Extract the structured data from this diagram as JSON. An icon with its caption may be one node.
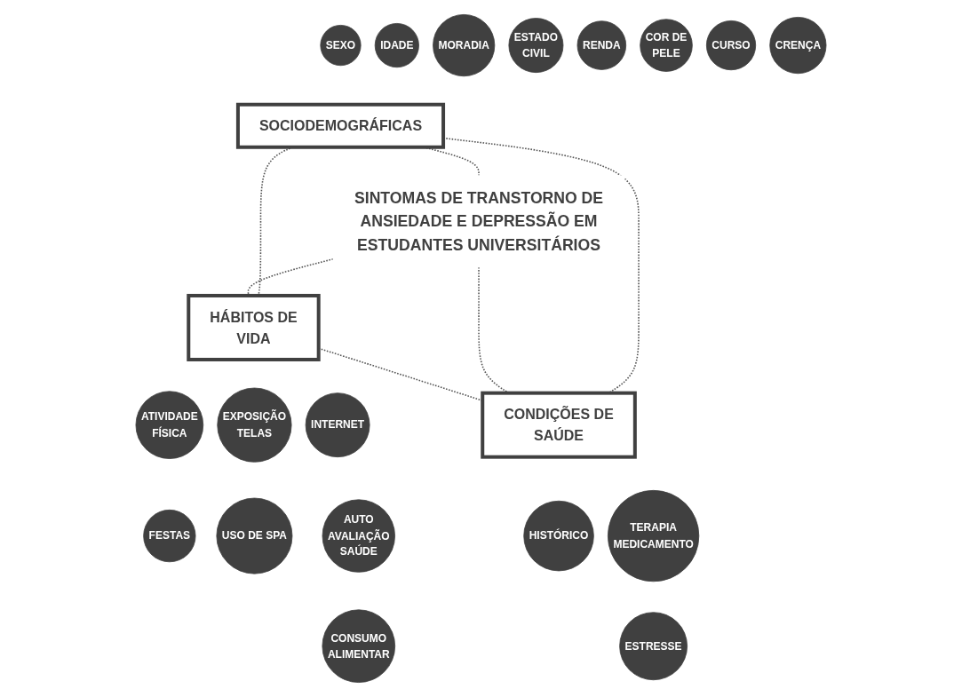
{
  "diagram": {
    "nodes": [
      {
        "text": [
          "SEXO"
        ]
      },
      {
        "text": [
          "IDADE"
        ]
      },
      {
        "text": [
          "MORADIA"
        ]
      },
      {
        "text": [
          "ESTADO CIVIL"
        ]
      },
      {
        "text": [
          "RENDA"
        ]
      },
      {
        "text": [
          "COR DE PELE"
        ]
      },
      {
        "text": [
          "CURSO"
        ]
      },
      {
        "text": [
          "CRENÇA"
        ]
      },
      {
        "text": [
          "SOCIODEMOGRÁFICAS"
        ]
      },
      {
        "text": [
          "SINTOMAS DE TRANSTORNO DE ANSIEDADE E DEPRESSÃO EM ESTUDANTES UNIVERSITÁRIOS"
        ]
      },
      {
        "text": [
          "HÁBITOS DE VIDA"
        ]
      },
      {
        "text": [
          "CONDIÇÕES DE SAÚDE"
        ]
      },
      {
        "text": [
          "ATIVIDADE FÍSICA"
        ]
      },
      {
        "text": [
          "INTERNET"
        ]
      },
      {
        "text": [
          "EXPOSIÇÃO TELAS"
        ]
      },
      {
        "text": [
          "FESTAS"
        ]
      },
      {
        "text": [
          "USO DE SPA"
        ]
      },
      {
        "text": [
          "AUTO AVALIAÇÃO SAÚDE"
        ]
      },
      {
        "text": [
          "HISTÓRICO"
        ]
      },
      {
        "text": [
          "TERAPIA MEDICAMENTO"
        ]
      },
      {
        "text": [
          "CONSUMO ALIMENTAR"
        ]
      },
      {
        "text": [
          "ESTRESSE"
        ]
      }
    ],
    "edges": [
      {
        "from": 8,
        "to": 11,
        "arrow": "none",
        "style": "dashed"
      },
      {
        "from": 8,
        "to": 10,
        "arrow": "none",
        "style": "dashed"
      },
      {
        "from": 8,
        "to": 9,
        "arrow": "none",
        "style": "dashed"
      },
      {
        "from": 10,
        "to": 9,
        "arrow": "none",
        "style": "dashed"
      },
      {
        "from": 11,
        "to": 9,
        "arrow": "none",
        "style": "dashed"
      },
      {
        "from": 10,
        "to": 11,
        "arrow": "none",
        "style": "dashed"
      }
    ]
  }
}
